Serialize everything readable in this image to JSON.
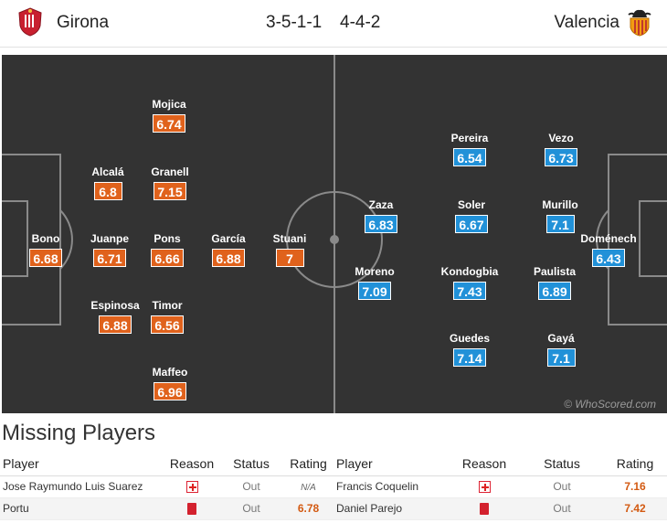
{
  "header": {
    "home_team": "Girona",
    "away_team": "Valencia",
    "home_formation": "3-5-1-1",
    "away_formation": "4-4-2",
    "home_color": "#c8202f",
    "away_color": "#f39c12"
  },
  "pitch": {
    "watermark": "© WhoScored.com",
    "home_players": [
      {
        "name": "Mojica",
        "rating": "6.74"
      },
      {
        "name": "Alcalá",
        "rating": "6.8"
      },
      {
        "name": "Granell",
        "rating": "7.15"
      },
      {
        "name": "Bono",
        "rating": "6.68"
      },
      {
        "name": "Juanpe",
        "rating": "6.71"
      },
      {
        "name": "Pons",
        "rating": "6.66"
      },
      {
        "name": "García",
        "rating": "6.88"
      },
      {
        "name": "Stuani",
        "rating": "7"
      },
      {
        "name": "Espinosa",
        "rating": "6.88"
      },
      {
        "name": "Timor",
        "rating": "6.56"
      },
      {
        "name": "Maffeo",
        "rating": "6.96"
      }
    ],
    "away_players": [
      {
        "name": "Pereira",
        "rating": "6.54"
      },
      {
        "name": "Vezo",
        "rating": "6.73"
      },
      {
        "name": "Zaza",
        "rating": "6.83"
      },
      {
        "name": "Soler",
        "rating": "6.67"
      },
      {
        "name": "Murillo",
        "rating": "7.1"
      },
      {
        "name": "Doménech",
        "rating": "6.43"
      },
      {
        "name": "Moreno",
        "rating": "7.09"
      },
      {
        "name": "Kondogbia",
        "rating": "7.43"
      },
      {
        "name": "Paulista",
        "rating": "6.89"
      },
      {
        "name": "Guedes",
        "rating": "7.14"
      },
      {
        "name": "Gayá",
        "rating": "7.1"
      }
    ],
    "home_rating_color": "#e0621c",
    "away_rating_color": "#2191d8"
  },
  "missing": {
    "title": "Missing Players",
    "headers": [
      "Player",
      "Reason",
      "Status",
      "Rating",
      "Player",
      "Reason",
      "Status",
      "Rating"
    ],
    "rows": [
      {
        "home_player": "Jose Raymundo Luis Suarez",
        "home_reason_icon": "injury-icon",
        "home_status": "Out",
        "home_rating": "N/A",
        "away_player": "Francis Coquelin",
        "away_reason_icon": "injury-icon",
        "away_status": "Out",
        "away_rating": "7.16"
      },
      {
        "home_player": "Portu",
        "home_reason_icon": "red-card-icon",
        "home_status": "Out",
        "home_rating": "6.78",
        "away_player": "Daniel Parejo",
        "away_reason_icon": "red-card-icon",
        "away_status": "Out",
        "away_rating": "7.42"
      }
    ]
  }
}
